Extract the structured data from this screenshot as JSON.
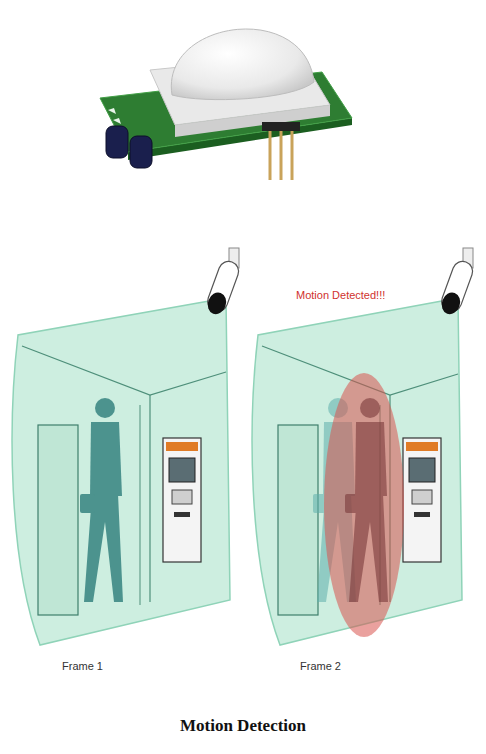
{
  "diagram": {
    "caption": "Motion Detection",
    "labels": [
      "Motion Detected!!!",
      "Frame 1",
      "Frame 2"
    ]
  }
}
